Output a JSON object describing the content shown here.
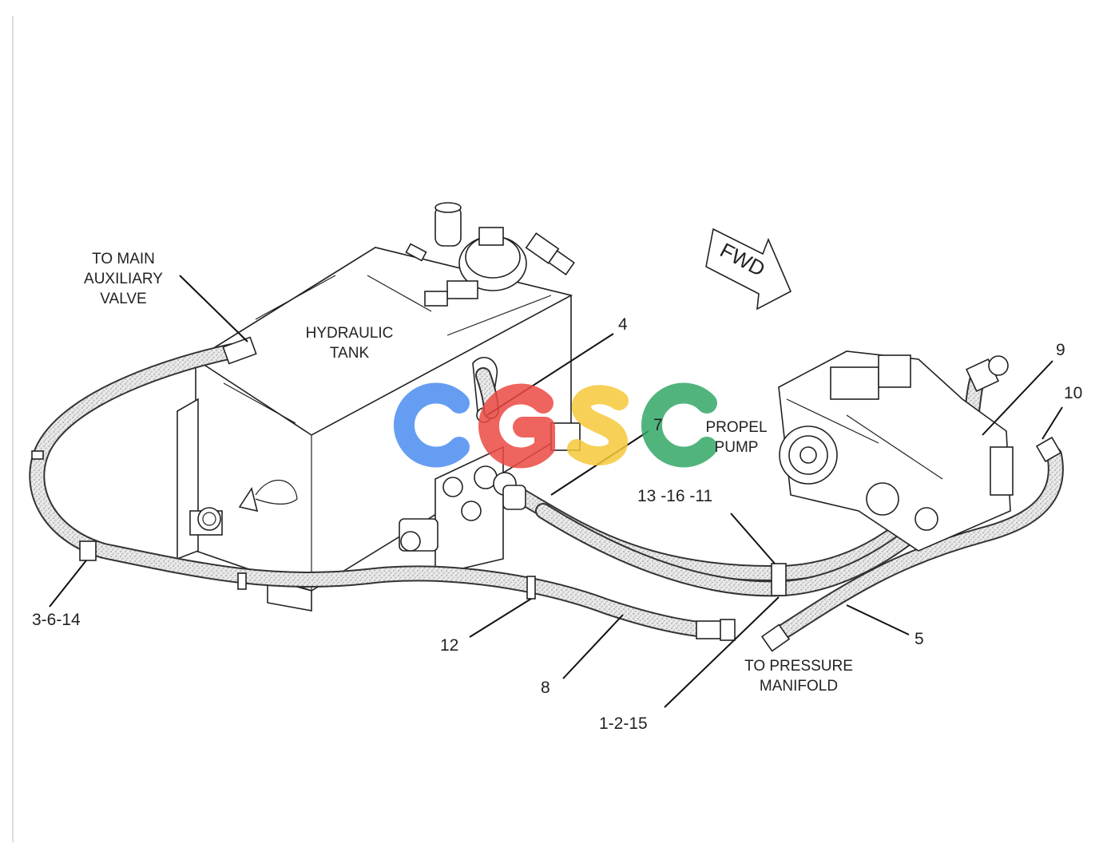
{
  "labels": {
    "to_main_aux_valve": "TO MAIN\nAUXILIARY\nVALVE",
    "hydraulic_tank": "HYDRAULIC\nTANK",
    "fwd": "FWD",
    "propel_pump": "PROPEL\nPUMP",
    "to_pressure_manifold": "TO PRESSURE\nMANIFOLD"
  },
  "callouts": {
    "c4": "4",
    "c9": "9",
    "c10": "10",
    "c7": "7",
    "c13_16_11": "13 -16 -11",
    "c3_6_14": "3-6-14",
    "c12": "12",
    "c8": "8",
    "c1_2_15": "1-2-15",
    "c5": "5"
  },
  "watermark": {
    "text": "CGSC",
    "colors": [
      "#4a8df0",
      "#ec4a43",
      "#f6c83a",
      "#33a866"
    ]
  }
}
